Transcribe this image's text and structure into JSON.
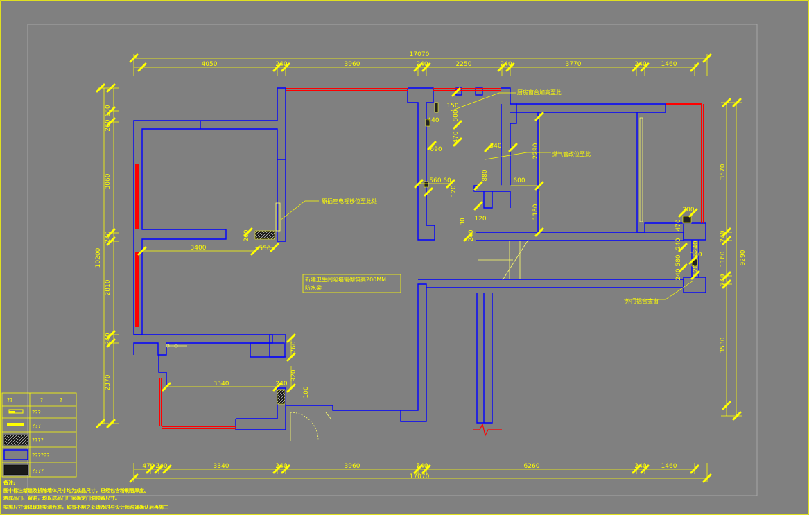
{
  "colors": {
    "background": "#808080",
    "wall": "#0000ff",
    "new_wall": "#ff0000",
    "dimension": "#ffff00",
    "border": "#ffff00"
  },
  "dimensions": {
    "top_total": "17070",
    "top_segments": [
      "4050",
      "240",
      "3960",
      "240",
      "2250",
      "240",
      "3770",
      "240",
      "1460"
    ],
    "bottom_total": "17070",
    "bottom_segments": [
      "470",
      "240",
      "3340",
      "240",
      "3960",
      "240",
      "6260",
      "240",
      "1460"
    ],
    "left_total": "10200",
    "left_segments": [
      "680",
      "260",
      "3060",
      "240",
      "2810",
      "240",
      "2370"
    ],
    "right_total": "9290",
    "right_segments": [
      "3570",
      "240",
      "1160",
      "240",
      "3530"
    ],
    "interior": [
      "3400",
      "550",
      "3340",
      "760",
      "920",
      "100",
      "150",
      "800",
      "440",
      "470",
      "690",
      "560",
      "60",
      "120",
      "880",
      "340",
      "600",
      "2290",
      "1180",
      "30",
      "240",
      "120",
      "260",
      "240",
      "580",
      "240",
      "200",
      "470",
      "240",
      "340",
      "240",
      "120"
    ]
  },
  "annotations": [
    "新建卫生间隔墙需砌筑高200MM",
    "防水梁"
  ],
  "callouts": [
    "厨房窗台加高至此",
    "燃气管改位至此",
    "原插座电视移位至此处",
    "外门铝合金窗"
  ],
  "legend": {
    "header": [
      "??",
      "?",
      "?"
    ],
    "rows": [
      {
        "label": "???",
        "swatch": "yellow-rect-icon"
      },
      {
        "label": "???",
        "swatch": "yellow-bar-icon"
      },
      {
        "label": "????",
        "swatch": "hatch-icon"
      },
      {
        "label": "??????",
        "swatch": "blue-rect-icon"
      },
      {
        "label": "????",
        "swatch": "dark-hatch-icon"
      }
    ]
  },
  "footnotes": [
    "备注:",
    "图中标注新建及拆除墙体尺寸均为成品尺寸，已经包含粉刷层厚度。",
    "若成品门、窗洞，均以成品门厂家确定门洞预留尺寸。",
    "实施尺寸请以现场实测为准，如有不明之处请及时与设计师沟通确认后再施工"
  ]
}
